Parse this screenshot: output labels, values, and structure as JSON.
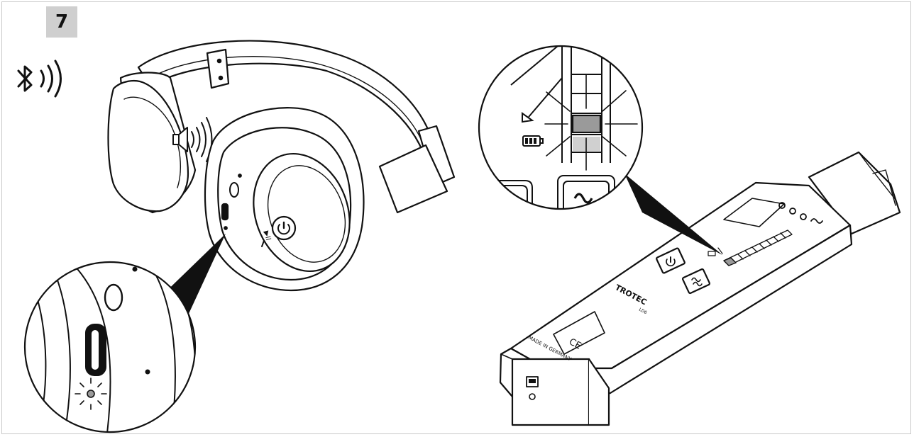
{
  "figure": {
    "step_number": "7",
    "device": {
      "brand": "TROTEC",
      "model": "LD6",
      "made_in": "MADE IN GERMANY",
      "ce_mark": "CE"
    }
  }
}
